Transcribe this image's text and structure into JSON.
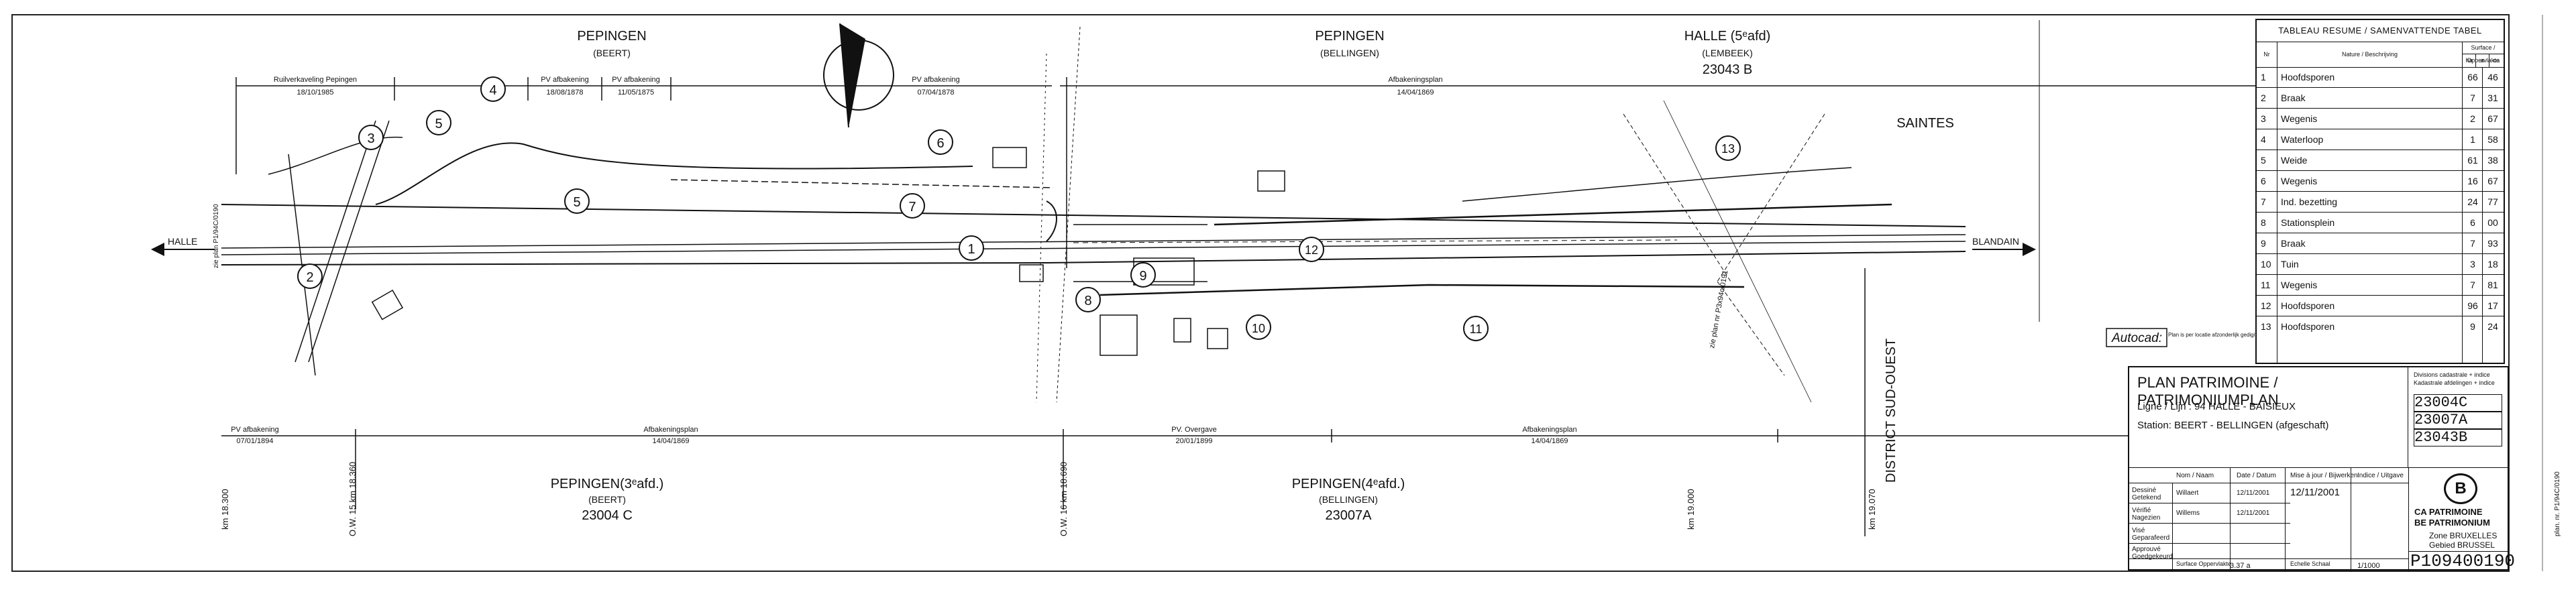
{
  "drawing": {
    "top_labels": {
      "pepingen_left": "PEPINGEN",
      "beert": "(BEERT)",
      "pepingen_right": "PEPINGEN",
      "bellingen": "(BELLINGEN)",
      "halle_title": "HALLE (5ᵉafd)",
      "lembeek": "(LEMBEEK)",
      "halle_code": "23043 B",
      "saintes": "SAINTES"
    },
    "bottom_labels": {
      "pepingen3": "PEPINGEN(3ᵉafd.)",
      "beert_b": "(BEERT)",
      "code_c": "23004 C",
      "pepingen4": "PEPINGEN(4ᵉafd.)",
      "bellingen_b": "(BELLINGEN)",
      "code_a": "23007A",
      "district": "DISTRICT SUD-OUEST"
    },
    "top_dimensions": [
      {
        "label": "Ruilverkaveling  Pepingen",
        "date": "18/10/1985"
      },
      {
        "label": "PV afbakening",
        "date": "18/08/1878"
      },
      {
        "label": "PV afbakening",
        "date": "11/05/1875"
      },
      {
        "label": "PV  afbakening",
        "date": "07/04/1878"
      },
      {
        "label": "Afbakeningsplan",
        "date": "14/04/1869"
      }
    ],
    "bottom_dimensions": [
      {
        "label": "PV  afbakening",
        "date": "07/01/1894"
      },
      {
        "label": "Afbakeningsplan",
        "date": "14/04/1869"
      },
      {
        "label": "PV. Overgave",
        "date": "20/01/1899"
      },
      {
        "label": "Afbakeningsplan",
        "date": "14/04/1869"
      }
    ],
    "km_marks": [
      "km 18.300",
      "O.W. 15  km 18.360",
      "O.W. 16  km 18.690",
      "km 19.000",
      "km 19.070"
    ],
    "side_labels": {
      "halle": "HALLE",
      "blandain": "BLANDAIN",
      "left_edge": "zie plan P1/94C/0190",
      "km_ref": "zie plan nr P3x94c/0191",
      "autocad": "Autocad:",
      "autocad_note": "Plan is per locatie afzonderlijk gedigitaliseerd"
    },
    "callouts": [
      "1",
      "2",
      "3",
      "4",
      "5",
      "5",
      "6",
      "7",
      "8",
      "9",
      "10",
      "11",
      "12",
      "13"
    ]
  },
  "summary_table": {
    "title": "TABLEAU RESUME / SAMENVATTENDE TABEL",
    "headers": {
      "no": "Nr",
      "nature": "Nature / Beschrijving",
      "area": "Surface / Oppervlakte",
      "ha": "ha",
      "a": "a",
      "ca": "ca"
    },
    "rows": [
      {
        "no": "1",
        "name": "Hoofdsporen",
        "a": "66",
        "ca": "46"
      },
      {
        "no": "2",
        "name": "Braak",
        "a": "7",
        "ca": "31"
      },
      {
        "no": "3",
        "name": "Wegenis",
        "a": "2",
        "ca": "67"
      },
      {
        "no": "4",
        "name": "Waterloop",
        "a": "1",
        "ca": "58"
      },
      {
        "no": "5",
        "name": "Weide",
        "a": "61",
        "ca": "38"
      },
      {
        "no": "6",
        "name": "Wegenis",
        "a": "16",
        "ca": "67"
      },
      {
        "no": "7",
        "name": "Ind. bezetting",
        "a": "24",
        "ca": "77"
      },
      {
        "no": "8",
        "name": "Stationsplein",
        "a": "6",
        "ca": "00"
      },
      {
        "no": "9",
        "name": "Braak",
        "a": "7",
        "ca": "93"
      },
      {
        "no": "10",
        "name": "Tuin",
        "a": "3",
        "ca": "18"
      },
      {
        "no": "11",
        "name": "Wegenis",
        "a": "7",
        "ca": "81"
      },
      {
        "no": "12",
        "name": "Hoofdsporen",
        "a": "96",
        "ca": "17"
      },
      {
        "no": "13",
        "name": "Hoofdsporen",
        "a": "9",
        "ca": "24"
      }
    ]
  },
  "title_block": {
    "title": "PLAN PATRIMOINE / PATRIMONIUMPLAN",
    "line": "Ligne / Lijn :  94 HALLE - BAISIEUX",
    "station": "Station:  BEERT - BELLINGEN (afgeschaft)",
    "divisions_label": "Divisions cadastrale + indice",
    "divisions_label2": "Kadastrale afdelingen + indice",
    "codes": [
      "23004C",
      "23007A",
      "23043B"
    ],
    "col_headers": [
      "Nom / Naam",
      "Date / Datum",
      "Mise à jour / Bijwerken",
      "Indice / Uitgave"
    ],
    "rows": [
      {
        "role": "Dessiné Getekend",
        "name": "Willaert",
        "date": "12/11/2001"
      },
      {
        "role": "Vérifié Nagezien",
        "name": "Willems",
        "date": "12/11/2001"
      },
      {
        "role": "Visé Geparafeerd",
        "name": "",
        "date": ""
      },
      {
        "role": "Approuvé Goedgekeurd",
        "name": "",
        "date": ""
      }
    ],
    "update_date": "12/11/2001",
    "surface_label": "Surface Oppervlakte",
    "surface_value": "3.37 a",
    "scale_label": "Echelle Schaal",
    "scale_value": "1/1000",
    "company_fr": "CA   PATRIMOINE",
    "company_nl": "BE   PATRIMONIUM",
    "zone": "Zone BRUXELLES",
    "gebied": "Gebied  BRUSSEL",
    "plan_number": "P109400190",
    "logo_letter": "B"
  }
}
